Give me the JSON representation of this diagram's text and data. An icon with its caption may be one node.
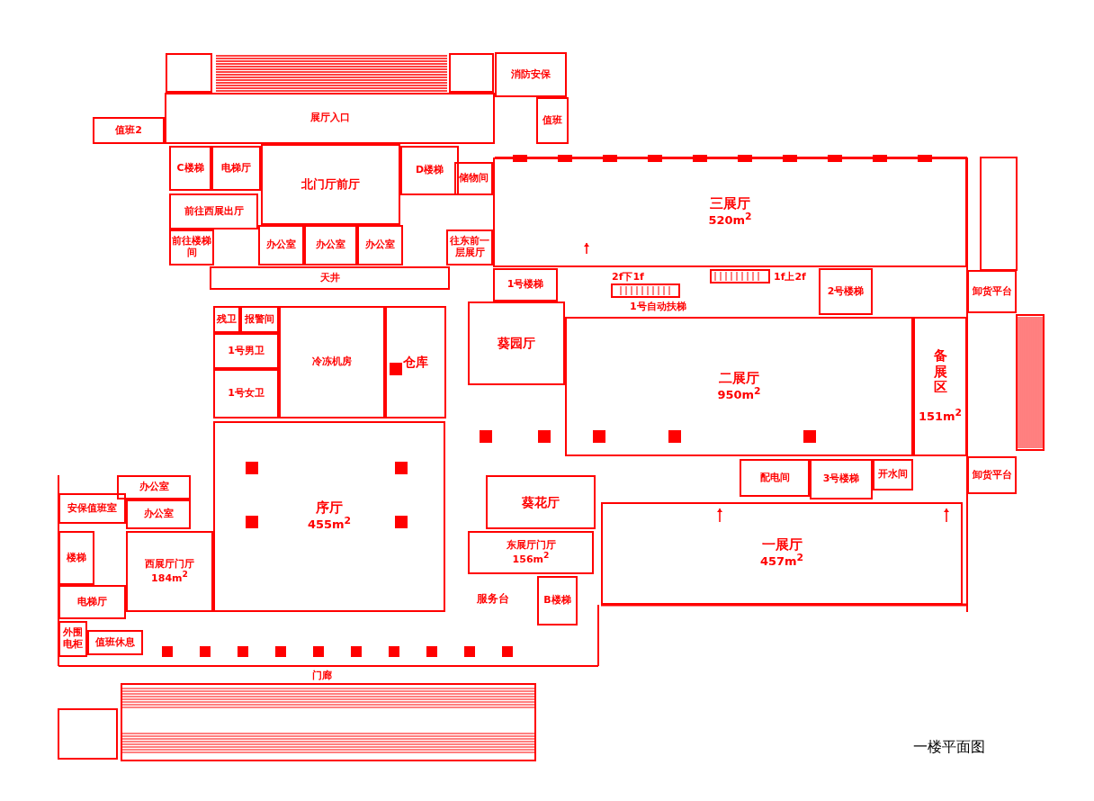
{
  "diagram": {
    "caption": "一楼平面图",
    "nodes": [
      {
        "text": [
          "值班2"
        ]
      },
      {
        "text": [
          "展厅入口"
        ]
      },
      {
        "text": [
          "消防安保"
        ]
      },
      {
        "text": [
          "值班"
        ]
      },
      {
        "text": [
          "C楼梯"
        ]
      },
      {
        "text": [
          "电梯厅"
        ]
      },
      {
        "text": [
          "北门厅前厅"
        ]
      },
      {
        "text": [
          "D楼梯"
        ]
      },
      {
        "text": [
          "储物间"
        ]
      },
      {
        "text": [
          "前往西展出厅"
        ]
      },
      {
        "text": [
          "前往楼梯间"
        ]
      },
      {
        "text": [
          "办公室"
        ]
      },
      {
        "text": [
          "办公室"
        ]
      },
      {
        "text": [
          "办公室"
        ]
      },
      {
        "text": [
          "往东前一层展厅"
        ]
      },
      {
        "text": [
          "天井"
        ]
      },
      {
        "text": [
          "残卫"
        ]
      },
      {
        "text": [
          "报警间"
        ]
      },
      {
        "text": [
          "1号男卫"
        ]
      },
      {
        "text": [
          "1号女卫"
        ]
      },
      {
        "text": [
          "冷冻机房"
        ]
      },
      {
        "text": [
          "仓库"
        ]
      },
      {
        "text": [
          "序厅",
          "455m$^{2}$"
        ]
      },
      {
        "text": [
          "葵园厅"
        ]
      },
      {
        "text": [
          "二展厅",
          "950m$^{2}$"
        ]
      },
      {
        "text": [
          "三展厅",
          "520m$^{2}$"
        ]
      },
      {
        "text": [
          "1号楼梯"
        ]
      },
      {
        "text": [
          "2号楼梯"
        ]
      },
      {
        "text": [
          "备展区",
          "151m$^{2}$"
        ]
      },
      {
        "text": [
          "卸货平台"
        ]
      },
      {
        "text": [
          "卸货平台"
        ]
      },
      {
        "text": [
          "配电间"
        ]
      },
      {
        "text": [
          "3号楼梯"
        ]
      },
      {
        "text": [
          "开水间"
        ]
      },
      {
        "text": [
          "一展厅",
          "457m$^{2}$"
        ]
      },
      {
        "text": [
          "葵花厅"
        ]
      },
      {
        "text": [
          "东展厅门厅",
          "156m$^{2}$"
        ]
      },
      {
        "text": [
          "B楼梯"
        ]
      },
      {
        "text": [
          "办公室"
        ]
      },
      {
        "text": [
          "办公室"
        ]
      },
      {
        "text": [
          "安保值班室"
        ]
      },
      {
        "text": [
          "楼梯"
        ]
      },
      {
        "text": [
          "西展厅门厅",
          "184m$^{2}$"
        ]
      },
      {
        "text": [
          "电梯厅"
        ]
      },
      {
        "text": [
          "外围电柜"
        ]
      },
      {
        "text": [
          "值班休息"
        ]
      }
    ],
    "labels": [
      "2f下1f",
      "1f上2f",
      "1号自动扶梯",
      "服务台",
      "门廊"
    ]
  }
}
